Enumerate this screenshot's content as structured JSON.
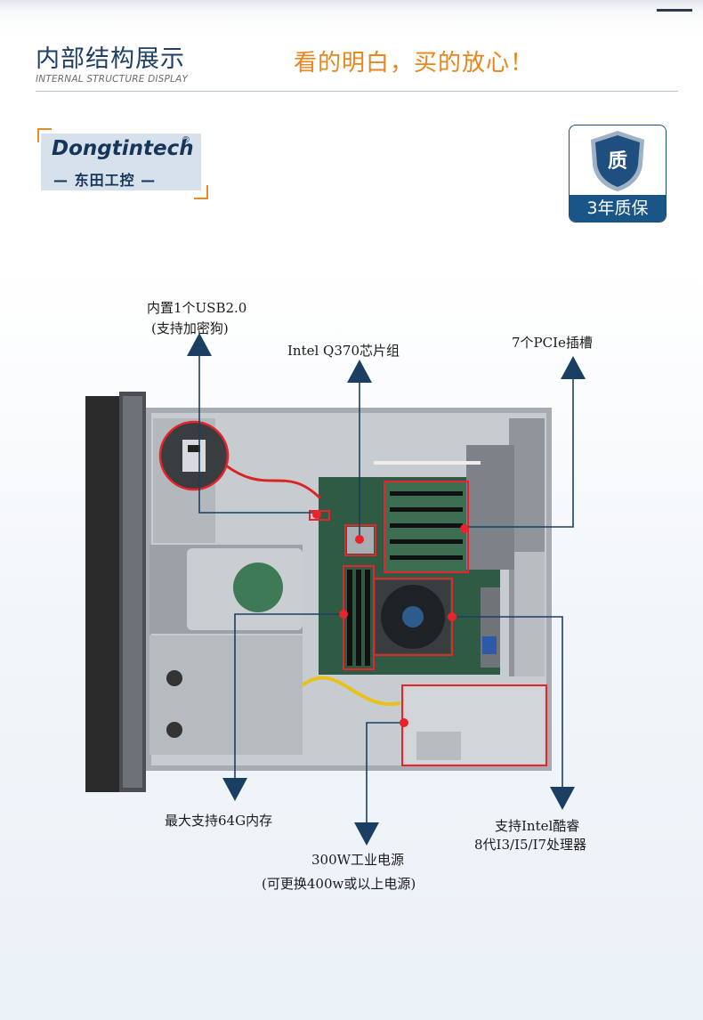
{
  "header": {
    "title": "内部结构展示",
    "subtitle": "INTERNAL STRUCTURE DISPLAY",
    "slogan": "看的明白，买的放心！"
  },
  "logo": {
    "name": "Dongtintech",
    "registered": "®",
    "cn_name": "— 东田工控 —"
  },
  "badge": {
    "char": "质",
    "text": "3年质保"
  },
  "callouts": {
    "usb_line1": "内置1个USB2.0",
    "usb_line2": "(支持加密狗)",
    "chipset": "Intel Q370芯片组",
    "pcie": "7个PCIe插槽",
    "memory": "最大支持64G内存",
    "psu_line1": "300W工业电源",
    "psu_line2": "(可更换400w或以上电源)",
    "cpu_line1": "支持Intel酷睿",
    "cpu_line2": "8代I3/I5/I7处理器"
  },
  "colors": {
    "title": "#1e3f66",
    "slogan": "#e8861b",
    "badge": "#1a5587",
    "pointer": "#1b3f62",
    "highlight": "#e8232a"
  },
  "icons": [
    "shield-icon",
    "arrow-up-icon",
    "arrow-down-icon"
  ]
}
